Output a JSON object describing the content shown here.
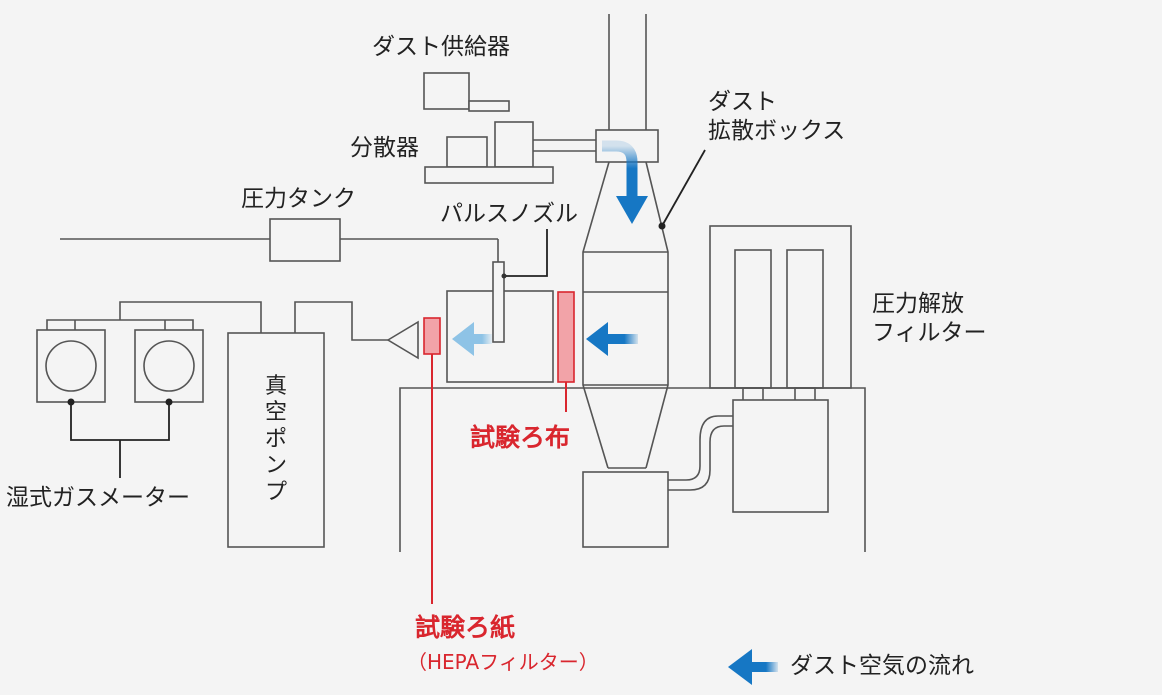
{
  "labels": {
    "dust_feeder": "ダスト供給器",
    "disperser": "分散器",
    "dust_diffusion_box": "ダスト\n拡散ボックス",
    "pressure_tank": "圧力タンク",
    "pulse_nozzle": "パルスノズル",
    "pressure_release_filter": "圧力解放\nフィルター",
    "vacuum_pump": "真空ポンプ",
    "wet_gas_meter": "湿式ガスメーター",
    "test_filter_cloth": "試験ろ布",
    "test_filter_paper": "試験ろ紙",
    "test_filter_paper_sub": "（HEPAフィルター）",
    "legend_airflow": "ダスト空気の流れ"
  },
  "colors": {
    "line": "#555555",
    "fill": "#f4f4f4",
    "red": "#d9262e",
    "red_fill": "#f2a3a8",
    "arrow_blue": "#1677c4",
    "arrow_light_blue": "#8ec3e6"
  },
  "icons": {
    "airflow_arrow": "arrow-left-icon",
    "downflow_arrow": "arrow-down-icon"
  }
}
